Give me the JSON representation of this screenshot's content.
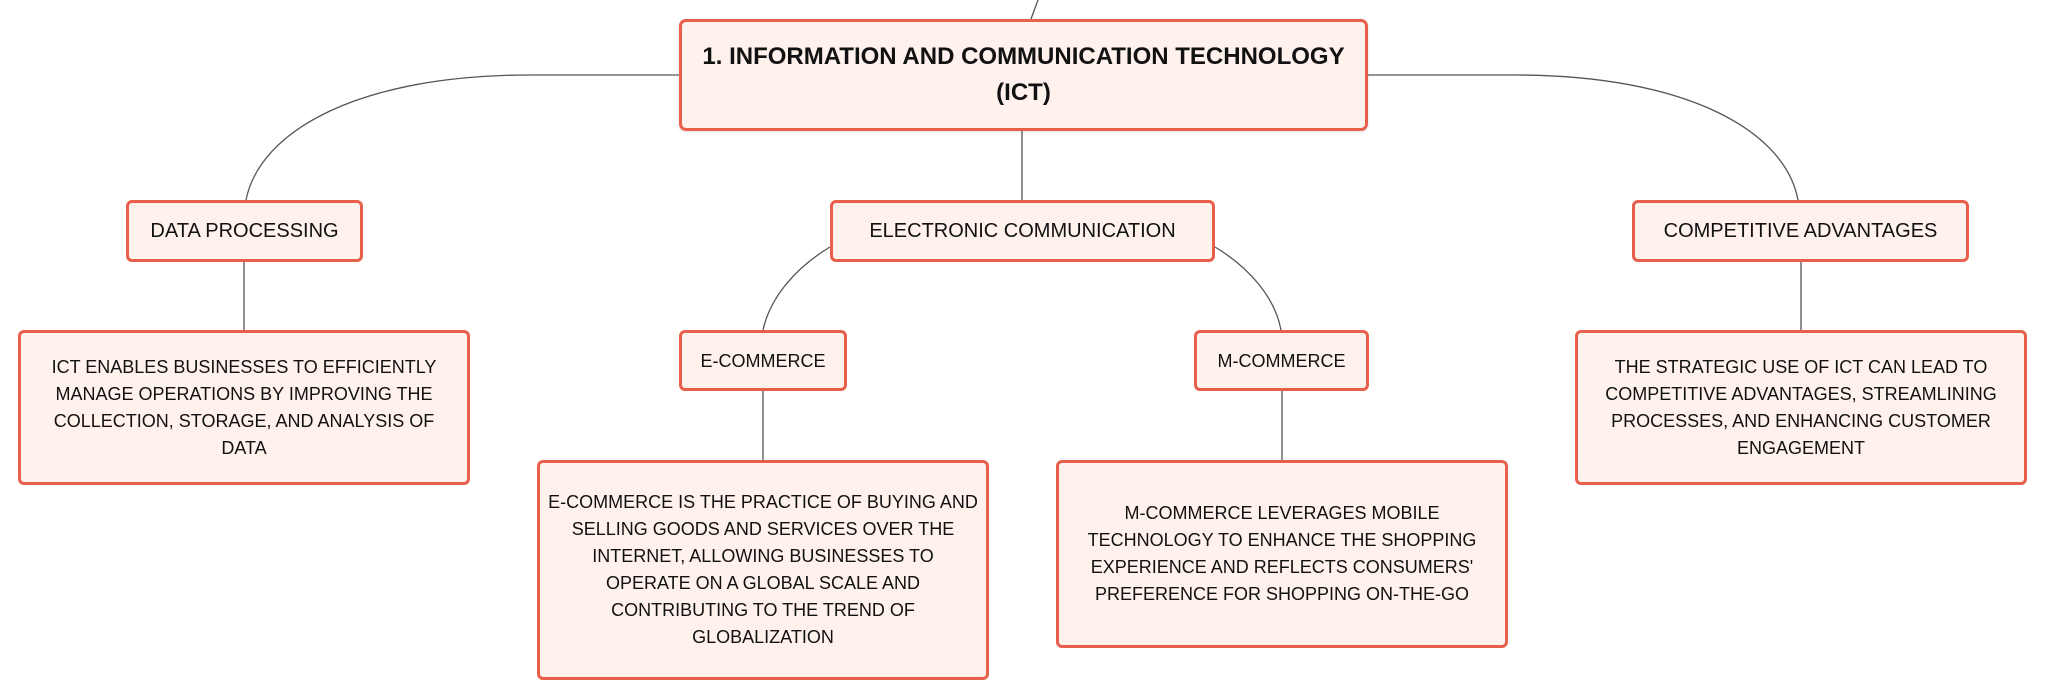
{
  "diagram": {
    "root": {
      "label": "1. INFORMATION AND COMMUNICATION TECHNOLOGY (ICT)"
    },
    "branches": {
      "data_processing": {
        "label": "DATA PROCESSING",
        "description": "ICT ENABLES BUSINESSES TO EFFICIENTLY MANAGE OPERATIONS BY IMPROVING THE COLLECTION, STORAGE, AND ANALYSIS OF DATA"
      },
      "electronic_communication": {
        "label": "ELECTRONIC COMMUNICATION",
        "e_commerce": {
          "label": "E-COMMERCE",
          "description": "E-COMMERCE IS THE PRACTICE OF BUYING AND SELLING GOODS AND SERVICES OVER THE INTERNET, ALLOWING BUSINESSES TO OPERATE ON A GLOBAL SCALE AND CONTRIBUTING TO THE TREND OF GLOBALIZATION"
        },
        "m_commerce": {
          "label": "M-COMMERCE",
          "description": "M-COMMERCE LEVERAGES MOBILE TECHNOLOGY TO ENHANCE THE SHOPPING EXPERIENCE AND REFLECTS CONSUMERS' PREFERENCE FOR SHOPPING ON-THE-GO"
        }
      },
      "competitive_advantages": {
        "label": "COMPETITIVE ADVANTAGES",
        "description": "THE STRATEGIC USE OF ICT CAN LEAD TO COMPETITIVE ADVANTAGES, STREAMLINING PROCESSES, AND ENHANCING CUSTOMER ENGAGEMENT"
      }
    },
    "colors": {
      "node_fill": "#fff1ec",
      "node_border": "#e8604c",
      "connector": "#555555",
      "text": "#111111"
    }
  }
}
